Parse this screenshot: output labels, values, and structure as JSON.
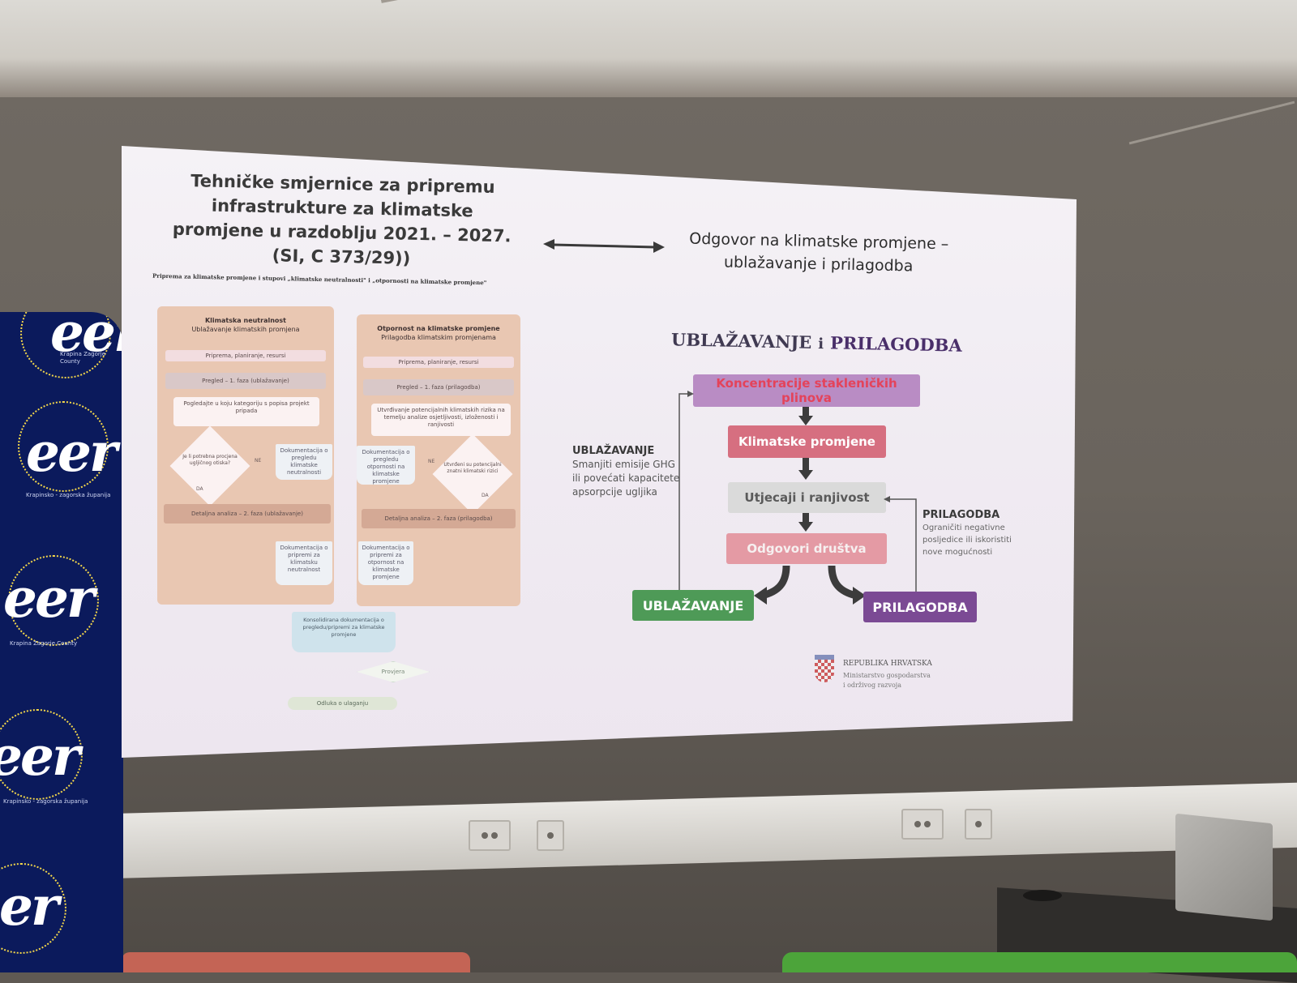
{
  "slide": {
    "title_left": "Tehničke smjernice za pripremu infrastrukture za klimatske promjene u razdoblju 2021. – 2027. (SI, C 373/29))",
    "title_right": "Odgovor na klimatske promjene – ublažavanje i prilagodba",
    "subtitle": "Priprema za klimatske promjene i stupovi „klimatske neutralnosti\" i „otpornosti na klimatske promjene\"",
    "flow": {
      "left_panel_title": "Klimatska neutralnost",
      "left_panel_subtitle": "Ublažavanje klimatskih promjena",
      "left_prep": "Priprema, planiranje, resursi",
      "left_screen": "Pregled – 1. faza (ublažavanje)",
      "left_card": "Pogledajte u koju kategoriju s popisa projekt pripada",
      "left_decision": "Je li potrebna procjena ugljičnog otiska?",
      "left_doc": "Dokumentacija o pregledu klimatske neutralnosti",
      "no_label": "NE",
      "yes_label": "DA",
      "left_detail": "Detaljna analiza – 2. faza (ublažavanje)",
      "left_doc2": "Dokumentacija o pripremi za klimatsku neutralnost",
      "right_panel_title": "Otpornost na klimatske promjene",
      "right_panel_subtitle": "Prilagodba klimatskim promjenama",
      "right_prep": "Priprema, planiranje, resursi",
      "right_screen": "Pregled – 1. faza (prilagodba)",
      "right_card": "Utvrđivanje potencijalnih klimatskih rizika na temelju analize osjetljivosti, izloženosti i ranjivosti",
      "right_decision": "Utvrđeni su potencijalni znatni klimatski rizici",
      "right_doc": "Dokumentacija o pregledu otpornosti na klimatske promjene",
      "right_detail": "Detaljna analiza – 2. faza (prilagodba)",
      "right_doc2": "Dokumentacija o pripremi za otpornost na klimatske promjene",
      "consolidated": "Konsolidirana dokumentacija o pregledu/pripremi za klimatske promjene",
      "check": "Provjera",
      "decision": "Odluka o ulaganju"
    },
    "diagram": {
      "title_a": "UBLAŽAVANJE",
      "title_i": "i",
      "title_b": "PRILAGODBA",
      "box1": "Koncentracije stakleničkih plinova",
      "box2": "Klimatske promjene",
      "box3": "Utjecaji i ranjivost",
      "box4": "Odgovori društva",
      "box_mitigation": "UBLAŽAVANJE",
      "box_adaptation": "PRILAGODBA",
      "note_left_head": "UBLAŽAVANJE",
      "note_left_body": "Smanjiti emisije GHG ili povećati kapacitete apsorpcije ugljika",
      "note_right_head": "PRILAGODBA",
      "note_right_body": "Ograničiti negativne posljedice ili iskoristiti nove mogućnosti"
    },
    "ministry": {
      "line1": "REPUBLIKA HRVATSKA",
      "line2": "Ministarstvo gospodarstva",
      "line3": "i održivog razvoja"
    }
  },
  "banner": {
    "logo_text": "eer",
    "caption1": "Krapinsko - zagorska županija",
    "caption2": "Krapina Zagorje County"
  },
  "colors": {
    "mitigation_green": "#4e9a57",
    "adaptation_purple": "#7b4a94",
    "climate_red": "#d66f80",
    "banner_navy": "#0b1a5c"
  }
}
